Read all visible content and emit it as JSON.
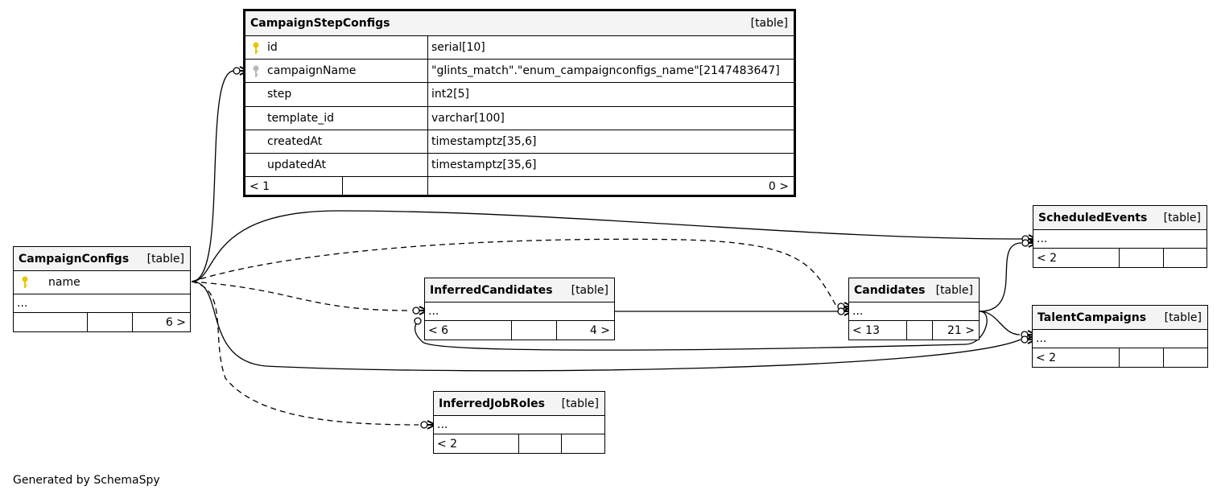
{
  "footer": "Generated by SchemaSpy",
  "ellipsis": "...",
  "tables": {
    "campaignStepConfigs": {
      "name": "CampaignStepConfigs",
      "kind": "[table]",
      "columns": [
        {
          "name": "id",
          "type": "serial[10]",
          "key": "primary"
        },
        {
          "name": "campaignName",
          "type": "\"glints_match\".\"enum_campaignconfigs_name\"[2147483647]",
          "key": "foreign"
        },
        {
          "name": "step",
          "type": "int2[5]",
          "key": ""
        },
        {
          "name": "template_id",
          "type": "varchar[100]",
          "key": ""
        },
        {
          "name": "createdAt",
          "type": "timestamptz[35,6]",
          "key": ""
        },
        {
          "name": "updatedAt",
          "type": "timestamptz[35,6]",
          "key": ""
        }
      ],
      "parents": "< 1",
      "children": "0 >"
    },
    "campaignConfigs": {
      "name": "CampaignConfigs",
      "kind": "[table]",
      "columns": [
        {
          "name": "name",
          "key": "primary"
        }
      ],
      "parents": "",
      "children": "6 >"
    },
    "inferredCandidates": {
      "name": "InferredCandidates",
      "kind": "[table]",
      "parents": "< 6",
      "children": "4 >"
    },
    "candidates": {
      "name": "Candidates",
      "kind": "[table]",
      "parents": "< 13",
      "children": "21 >"
    },
    "scheduledEvents": {
      "name": "ScheduledEvents",
      "kind": "[table]",
      "parents": "< 2",
      "children": ""
    },
    "talentCampaigns": {
      "name": "TalentCampaigns",
      "kind": "[table]",
      "parents": "< 2",
      "children": ""
    },
    "inferredJobRoles": {
      "name": "InferredJobRoles",
      "kind": "[table]",
      "parents": "< 2",
      "children": ""
    }
  },
  "colors": {
    "primary_key": "#e6c800",
    "foreign_key": "#b8b8b8",
    "header_bg": "#f4f4f4"
  }
}
